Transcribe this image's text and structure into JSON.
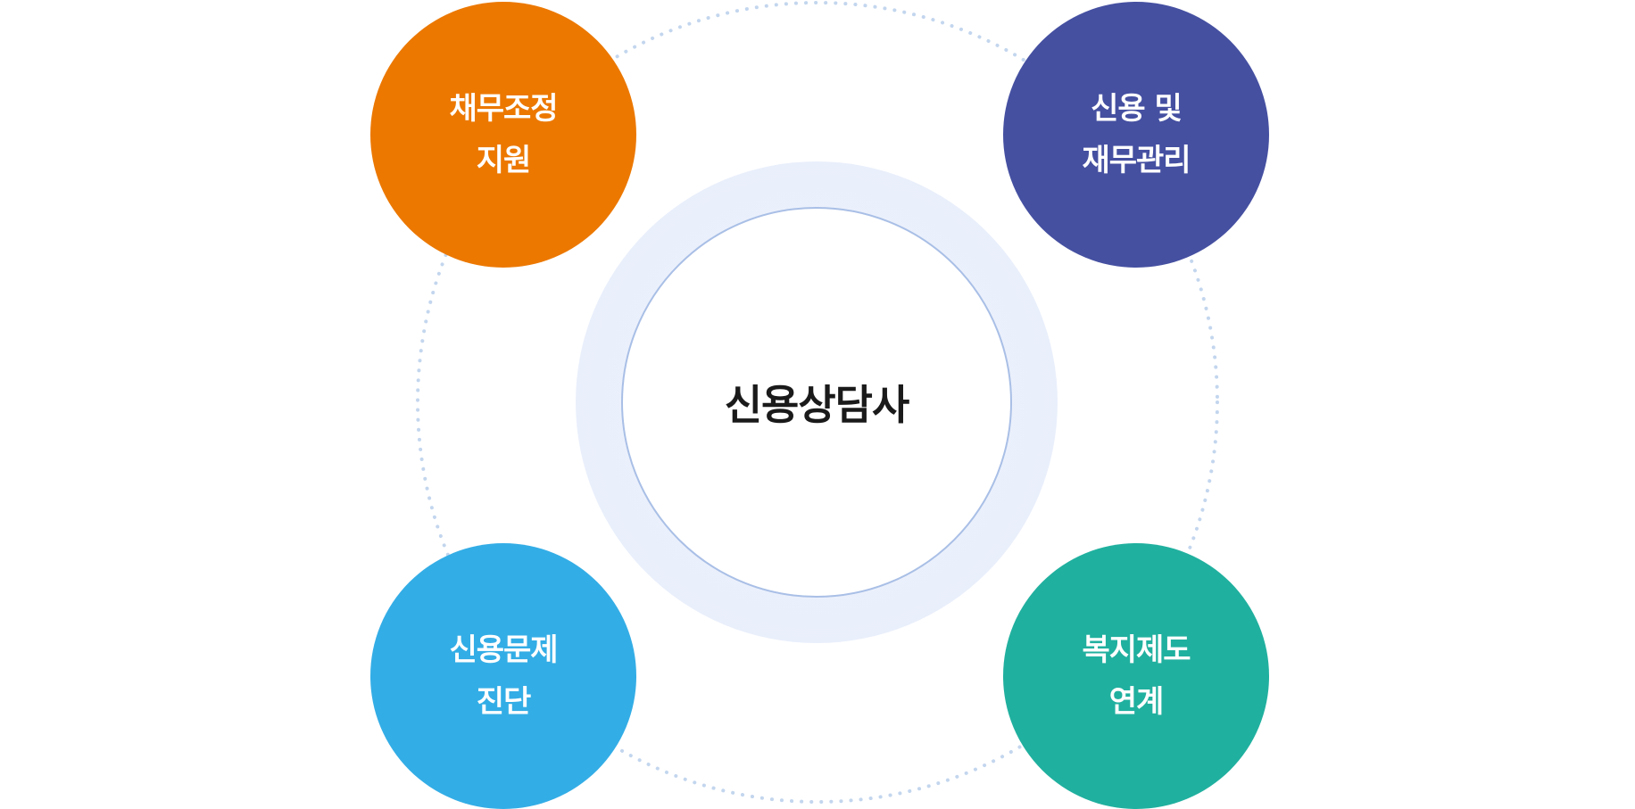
{
  "center": {
    "label": "신용상담사"
  },
  "nodes": [
    {
      "id": "debt-adjustment",
      "line1": "채무조정",
      "line2": "지원",
      "color": "#ec7800"
    },
    {
      "id": "credit-finance",
      "line1": "신용 및",
      "line2": "재무관리",
      "color": "#4550a1"
    },
    {
      "id": "credit-diagnosis",
      "line1": "신용문제",
      "line2": "진단",
      "color": "#33ade6"
    },
    {
      "id": "welfare-link",
      "line1": "복지제도",
      "line2": "연계",
      "color": "#20b09f"
    }
  ],
  "colors": {
    "orbit_dots": "#c3d6ee",
    "halo": "#e9effb",
    "core_border": "#a9bfe6",
    "center_text": "#1a1a1a"
  }
}
